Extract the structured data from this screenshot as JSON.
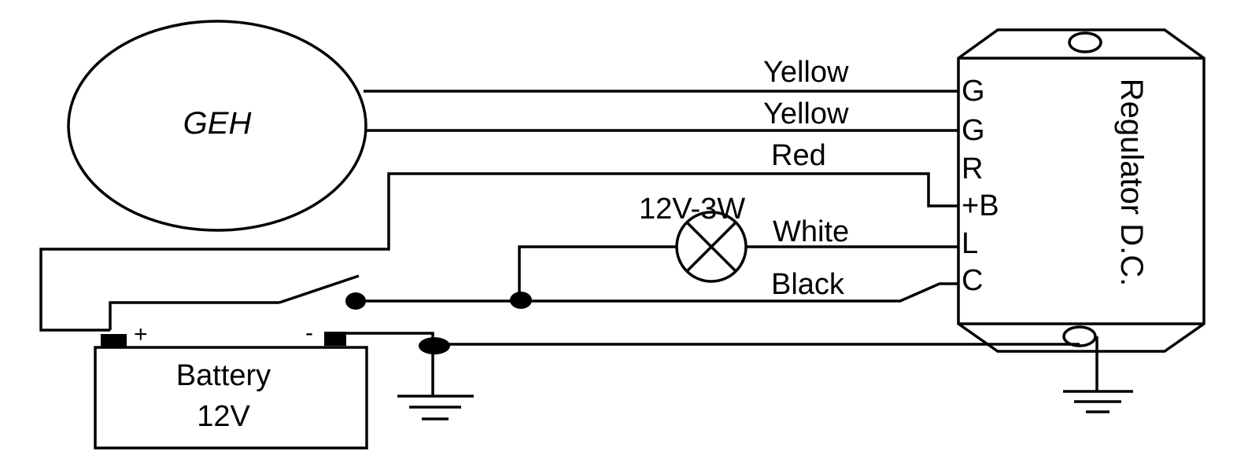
{
  "generator": {
    "label": "GEH"
  },
  "regulator": {
    "label": "Regulator D.C.",
    "terminals": [
      "G",
      "G",
      "R",
      "+B",
      "L",
      "C"
    ]
  },
  "wires": {
    "yellow_1": "Yellow",
    "yellow_2": "Yellow",
    "red": "Red",
    "white": "White",
    "black": "Black"
  },
  "lamp": {
    "rating": "12V-3W"
  },
  "battery": {
    "line1": "Battery",
    "line2": "12V",
    "positive": "+",
    "negative": "-"
  }
}
